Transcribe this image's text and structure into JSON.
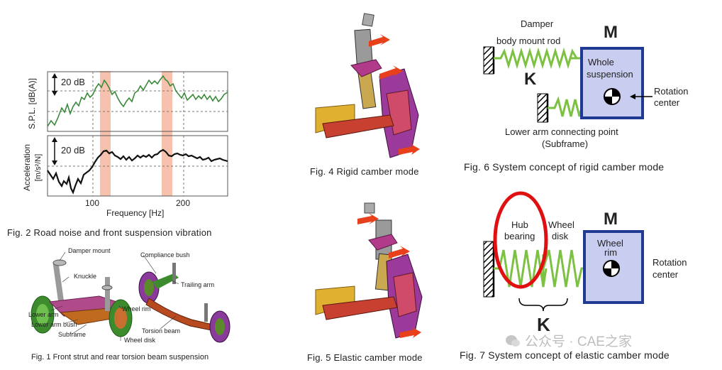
{
  "fig2": {
    "caption": "Fig. 2    Road noise and front suspension vibration",
    "spl_label": "S.P.L. [dB(A)]",
    "acc_label": "Acceleration",
    "acc_unit": "[m/s²/N]",
    "db_top": "20 dB",
    "db_bottom": "20 dB",
    "xlabel": "Frequency [Hz]",
    "tick_100": "100",
    "tick_200": "200"
  },
  "fig1": {
    "caption": "Fig. 1    Front strut and rear torsion beam suspension",
    "damper_mount": "Damper mount",
    "knuckle": "Knuckle",
    "lower_arm": "Lower arm",
    "lower_arm_bush": "Lower arm bush",
    "subframe": "Subframe",
    "wheel_rim": "Wheel rim",
    "wheel_disk": "Wheel disk",
    "compliance_bush": "Compliance bush",
    "trailing_arm": "Trailing arm",
    "torsion_beam": "Torsion beam"
  },
  "fig4": {
    "caption": "Fig. 4    Rigid camber mode"
  },
  "fig5": {
    "caption": "Fig. 5    Elastic camber mode"
  },
  "fig6": {
    "caption": "Fig. 6    System concept of rigid camber mode",
    "damper": "Damper",
    "body_mount_rod": "body  mount  rod",
    "M": "M",
    "K": "K",
    "box_l1": "Whole",
    "box_l2": "suspension",
    "rotation_l1": "Rotation",
    "rotation_l2": "center",
    "lower_l1": "Lower arm connecting point",
    "lower_l2": "(Subframe)"
  },
  "fig7": {
    "caption": "Fig. 7    System concept of elastic camber mode",
    "hub_l1": "Hub",
    "hub_l2": "bearing",
    "wheel_l1": "Wheel",
    "wheel_l2": "disk",
    "M": "M",
    "K": "K",
    "box_l1": "Wheel",
    "box_l2": "rim",
    "rotation_l1": "Rotation",
    "rotation_l2": "center"
  },
  "watermark": "公众号 · CAE之家",
  "colors": {
    "spl_line": "#3a8a3a",
    "highlight": "#f6c1ad",
    "spring": "#7cc142",
    "box_fill": "#c9cdf0",
    "box_border": "#1f3a93",
    "ellipse": "#e01010",
    "arrow": "#e8401a"
  }
}
